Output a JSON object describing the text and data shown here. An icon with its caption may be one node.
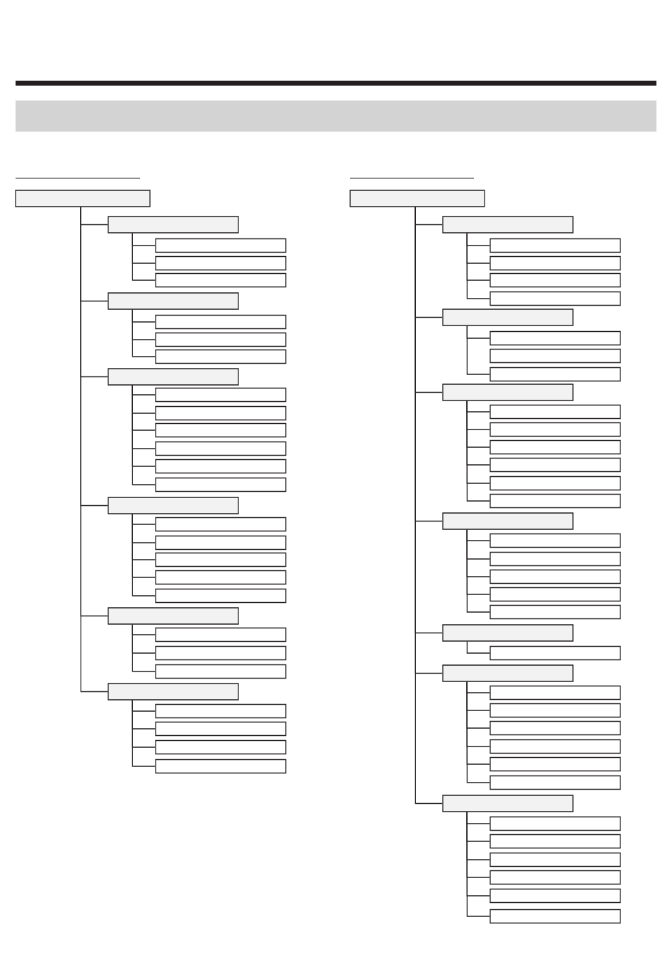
{
  "diagram": {
    "nodes": [
      {
        "text": [],
        "shape": "bar"
      },
      {
        "text": [],
        "shape": "box"
      },
      {
        "text": [],
        "shape": "box"
      },
      {
        "text": [],
        "shape": "box"
      },
      {
        "text": [],
        "shape": "box"
      },
      {
        "text": [],
        "shape": "box"
      },
      {
        "text": [],
        "shape": "box"
      },
      {
        "text": [],
        "shape": "box"
      },
      {
        "text": [],
        "shape": "box"
      },
      {
        "text": [],
        "shape": "box"
      },
      {
        "text": [],
        "shape": "box"
      },
      {
        "text": [],
        "shape": "box"
      },
      {
        "text": [],
        "shape": "box"
      },
      {
        "text": [],
        "shape": "box"
      },
      {
        "text": [],
        "shape": "box"
      },
      {
        "text": [],
        "shape": "box"
      },
      {
        "text": [],
        "shape": "box"
      },
      {
        "text": [],
        "shape": "box"
      },
      {
        "text": [],
        "shape": "box"
      },
      {
        "text": [],
        "shape": "box"
      },
      {
        "text": [],
        "shape": "box"
      },
      {
        "text": [],
        "shape": "box"
      },
      {
        "text": [],
        "shape": "box"
      },
      {
        "text": [],
        "shape": "box"
      },
      {
        "text": [],
        "shape": "box"
      },
      {
        "text": [],
        "shape": "box"
      },
      {
        "text": [],
        "shape": "box"
      },
      {
        "text": [],
        "shape": "box"
      },
      {
        "text": [],
        "shape": "box"
      },
      {
        "text": [],
        "shape": "box"
      },
      {
        "text": [],
        "shape": "box"
      },
      {
        "text": [],
        "shape": "box"
      },
      {
        "text": [],
        "shape": "box"
      },
      {
        "text": [],
        "shape": "box"
      },
      {
        "text": [],
        "shape": "box"
      },
      {
        "text": [],
        "shape": "box"
      },
      {
        "text": [],
        "shape": "box"
      },
      {
        "text": [],
        "shape": "box"
      },
      {
        "text": [],
        "shape": "box"
      },
      {
        "text": [],
        "shape": "box"
      },
      {
        "text": [],
        "shape": "box"
      },
      {
        "text": [],
        "shape": "box"
      },
      {
        "text": [],
        "shape": "box"
      },
      {
        "text": [],
        "shape": "box"
      },
      {
        "text": [],
        "shape": "box"
      },
      {
        "text": [],
        "shape": "box"
      },
      {
        "text": [],
        "shape": "box"
      },
      {
        "text": [],
        "shape": "box"
      },
      {
        "text": [],
        "shape": "box"
      },
      {
        "text": [],
        "shape": "box"
      },
      {
        "text": [],
        "shape": "box"
      },
      {
        "text": [],
        "shape": "box"
      },
      {
        "text": [],
        "shape": "box"
      },
      {
        "text": [],
        "shape": "box"
      },
      {
        "text": [],
        "shape": "box"
      },
      {
        "text": [],
        "shape": "box"
      },
      {
        "text": [],
        "shape": "box"
      },
      {
        "text": [],
        "shape": "box"
      },
      {
        "text": [],
        "shape": "box"
      },
      {
        "text": [],
        "shape": "box"
      },
      {
        "text": [],
        "shape": "box"
      },
      {
        "text": [],
        "shape": "box"
      },
      {
        "text": [],
        "shape": "box"
      },
      {
        "text": [],
        "shape": "box"
      },
      {
        "text": [],
        "shape": "box"
      },
      {
        "text": [],
        "shape": "box"
      },
      {
        "text": [],
        "shape": "box"
      },
      {
        "text": [],
        "shape": "box"
      },
      {
        "text": [],
        "shape": "box"
      },
      {
        "text": [],
        "shape": "box"
      },
      {
        "text": [],
        "shape": "box"
      }
    ],
    "edges": [
      {
        "from": 1,
        "to": 2,
        "arrow": "none"
      },
      {
        "from": 2,
        "to": 3,
        "arrow": "none"
      },
      {
        "from": 2,
        "to": 4,
        "arrow": "none"
      },
      {
        "from": 2,
        "to": 5,
        "arrow": "none"
      },
      {
        "from": 1,
        "to": 6,
        "arrow": "none"
      },
      {
        "from": 6,
        "to": 7,
        "arrow": "none"
      },
      {
        "from": 6,
        "to": 8,
        "arrow": "none"
      },
      {
        "from": 6,
        "to": 9,
        "arrow": "none"
      },
      {
        "from": 1,
        "to": 10,
        "arrow": "none"
      },
      {
        "from": 10,
        "to": 11,
        "arrow": "none"
      },
      {
        "from": 10,
        "to": 12,
        "arrow": "none"
      },
      {
        "from": 10,
        "to": 13,
        "arrow": "none"
      },
      {
        "from": 10,
        "to": 14,
        "arrow": "none"
      },
      {
        "from": 10,
        "to": 15,
        "arrow": "none"
      },
      {
        "from": 10,
        "to": 16,
        "arrow": "none"
      },
      {
        "from": 1,
        "to": 17,
        "arrow": "none"
      },
      {
        "from": 17,
        "to": 18,
        "arrow": "none"
      },
      {
        "from": 17,
        "to": 19,
        "arrow": "none"
      },
      {
        "from": 17,
        "to": 20,
        "arrow": "none"
      },
      {
        "from": 17,
        "to": 21,
        "arrow": "none"
      },
      {
        "from": 17,
        "to": 22,
        "arrow": "none"
      },
      {
        "from": 1,
        "to": 23,
        "arrow": "none"
      },
      {
        "from": 23,
        "to": 24,
        "arrow": "none"
      },
      {
        "from": 23,
        "to": 25,
        "arrow": "none"
      },
      {
        "from": 23,
        "to": 26,
        "arrow": "none"
      },
      {
        "from": 1,
        "to": 27,
        "arrow": "none"
      },
      {
        "from": 27,
        "to": 28,
        "arrow": "none"
      },
      {
        "from": 27,
        "to": 29,
        "arrow": "none"
      },
      {
        "from": 27,
        "to": 30,
        "arrow": "none"
      },
      {
        "from": 27,
        "to": 31,
        "arrow": "none"
      },
      {
        "from": 32,
        "to": 33,
        "arrow": "none"
      },
      {
        "from": 33,
        "to": 34,
        "arrow": "none"
      },
      {
        "from": 33,
        "to": 35,
        "arrow": "none"
      },
      {
        "from": 33,
        "to": 36,
        "arrow": "none"
      },
      {
        "from": 33,
        "to": 37,
        "arrow": "none"
      },
      {
        "from": 32,
        "to": 38,
        "arrow": "none"
      },
      {
        "from": 38,
        "to": 39,
        "arrow": "none"
      },
      {
        "from": 38,
        "to": 41,
        "arrow": "none"
      },
      {
        "from": 32,
        "to": 42,
        "arrow": "none"
      },
      {
        "from": 42,
        "to": 43,
        "arrow": "none"
      },
      {
        "from": 42,
        "to": 44,
        "arrow": "none"
      },
      {
        "from": 42,
        "to": 45,
        "arrow": "none"
      },
      {
        "from": 42,
        "to": 46,
        "arrow": "none"
      },
      {
        "from": 42,
        "to": 47,
        "arrow": "none"
      },
      {
        "from": 42,
        "to": 48,
        "arrow": "none"
      },
      {
        "from": 32,
        "to": 49,
        "arrow": "none"
      },
      {
        "from": 49,
        "to": 50,
        "arrow": "none"
      },
      {
        "from": 49,
        "to": 51,
        "arrow": "none"
      },
      {
        "from": 49,
        "to": 52,
        "arrow": "none"
      },
      {
        "from": 49,
        "to": 53,
        "arrow": "none"
      },
      {
        "from": 49,
        "to": 54,
        "arrow": "none"
      },
      {
        "from": 32,
        "to": 55,
        "arrow": "none"
      },
      {
        "from": 55,
        "to": 56,
        "arrow": "none"
      },
      {
        "from": 32,
        "to": 57,
        "arrow": "none"
      },
      {
        "from": 57,
        "to": 58,
        "arrow": "none"
      },
      {
        "from": 57,
        "to": 59,
        "arrow": "none"
      },
      {
        "from": 57,
        "to": 60,
        "arrow": "none"
      },
      {
        "from": 57,
        "to": 61,
        "arrow": "none"
      },
      {
        "from": 57,
        "to": 62,
        "arrow": "none"
      },
      {
        "from": 57,
        "to": 63,
        "arrow": "none"
      },
      {
        "from": 32,
        "to": 64,
        "arrow": "none"
      },
      {
        "from": 64,
        "to": 65,
        "arrow": "none"
      },
      {
        "from": 64,
        "to": 66,
        "arrow": "none"
      },
      {
        "from": 64,
        "to": 67,
        "arrow": "none"
      },
      {
        "from": 64,
        "to": 68,
        "arrow": "none"
      },
      {
        "from": 64,
        "to": 69,
        "arrow": "none"
      },
      {
        "from": 64,
        "to": 70,
        "arrow": "none"
      }
    ]
  }
}
